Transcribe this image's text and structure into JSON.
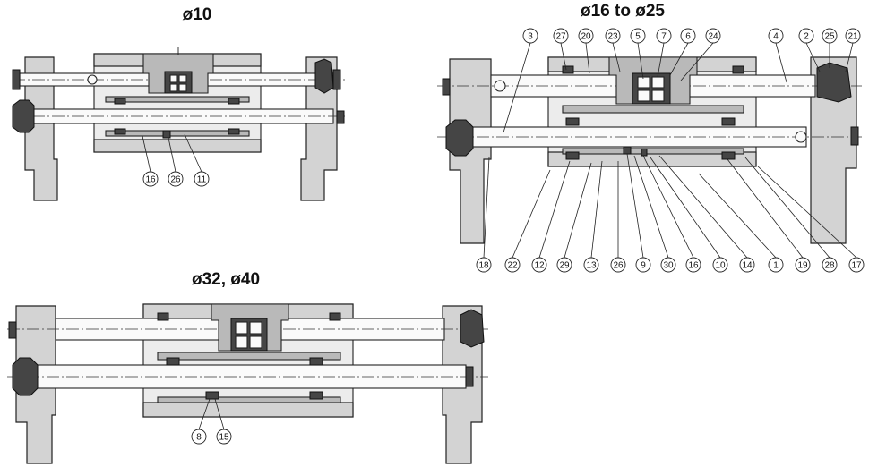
{
  "views": [
    {
      "title": "ø10",
      "callouts": [
        "16",
        "26",
        "11"
      ]
    },
    {
      "title": "ø16 to ø25",
      "callouts_top": [
        "3",
        "27",
        "20",
        "23",
        "5",
        "7",
        "6",
        "24",
        "4",
        "2",
        "25",
        "21"
      ],
      "callouts_bottom": [
        "18",
        "22",
        "12",
        "29",
        "13",
        "26",
        "9",
        "30",
        "16",
        "10",
        "14",
        "1",
        "19",
        "28",
        "17"
      ]
    },
    {
      "title": "ø32, ø40",
      "callouts": [
        "8",
        "15"
      ]
    }
  ],
  "colors": {
    "line": "#222222",
    "body": "#d3d3d3",
    "shade": "#b9b9b9",
    "dark": "#454545"
  }
}
